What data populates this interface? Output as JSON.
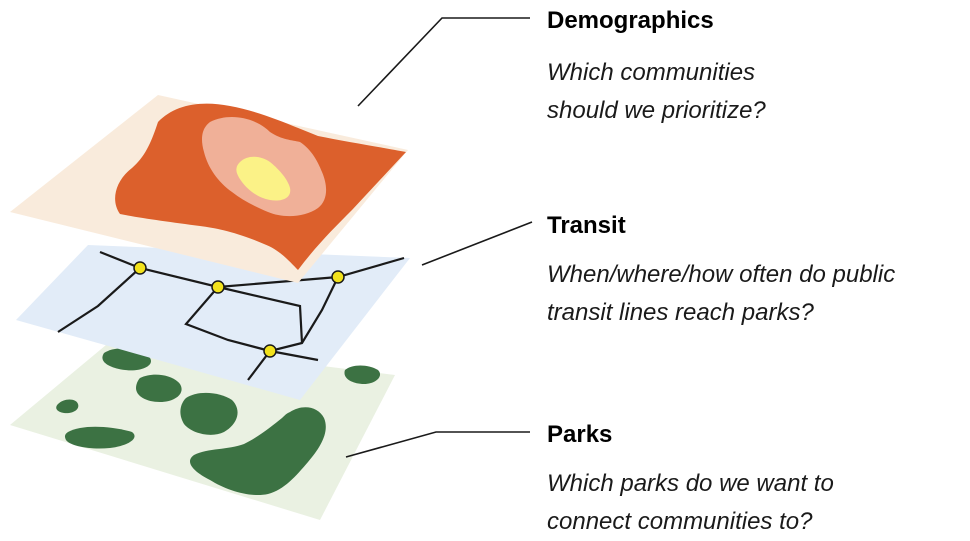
{
  "layers": [
    {
      "id": "demographics",
      "title": "Demographics",
      "question_lines": [
        "Which communities",
        "should we prioritize?"
      ],
      "colors": {
        "base": "#f9ebdc",
        "outer": "#dc602c",
        "middle": "#f0b098",
        "core": "#fbf287"
      }
    },
    {
      "id": "transit",
      "title": "Transit",
      "question_lines": [
        "When/where/how often do public",
        "transit lines reach parks?"
      ],
      "colors": {
        "base": "#e2ecf8",
        "lines": "#1a1a1a",
        "stop": "#f2e21c"
      }
    },
    {
      "id": "parks",
      "title": "Parks",
      "question_lines": [
        "Which parks do we want to",
        "connect communities to?"
      ],
      "colors": {
        "base": "#eaf1e2",
        "park": "#3c7243"
      }
    }
  ],
  "leader_color": "#1a1a1a"
}
